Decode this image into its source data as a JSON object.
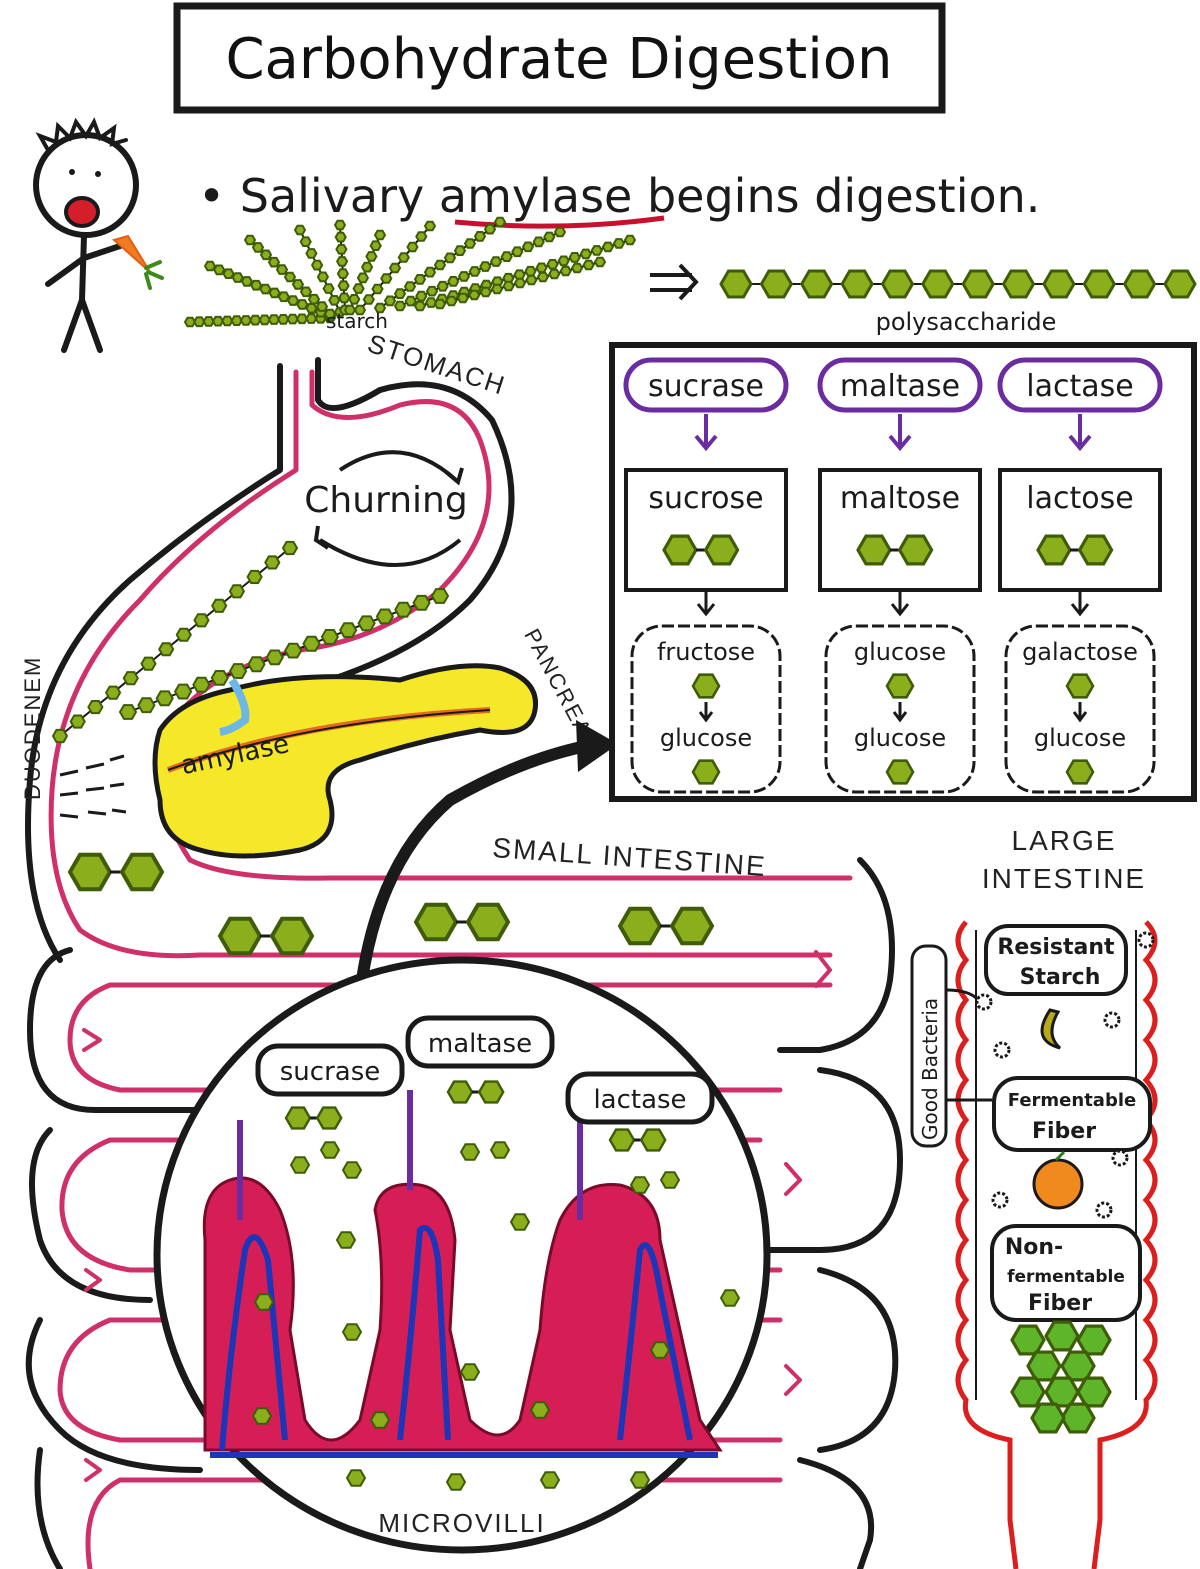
{
  "title": "Carbohydrate Digestion",
  "saliva": {
    "bullet": "•",
    "sentence_pre": "Salivary ",
    "sentence_enzyme": "amylase",
    "sentence_post": " begins digestion.",
    "starch_label": "starch",
    "polysaccharide_label": "polysaccharide"
  },
  "organs": {
    "stomach": "STOMACH",
    "churning": "Churning",
    "duodenum": "DUODENEM",
    "pancreas": "PANCREAS",
    "pancreatic_enzyme": "amylase",
    "small_intestine": "SMALL INTESTINE",
    "microvilli": "MICROVILLI"
  },
  "enzyme_panel": {
    "columns": [
      {
        "enzyme": "sucrase",
        "disaccharide": "sucrose",
        "mono_top": "fructose",
        "mono_bottom": "glucose"
      },
      {
        "enzyme": "maltase",
        "disaccharide": "maltose",
        "mono_top": "glucose",
        "mono_bottom": "glucose"
      },
      {
        "enzyme": "lactase",
        "disaccharide": "lactose",
        "mono_top": "galactose",
        "mono_bottom": "glucose"
      }
    ]
  },
  "villi_enzymes": [
    "sucrase",
    "maltase",
    "lactase"
  ],
  "large_intestine": {
    "title_line1": "LARGE",
    "title_line2": "INTESTINE",
    "good_bacteria": "Good Bacteria",
    "resistant_starch_1": "Resistant",
    "resistant_starch_2": "Starch",
    "fermentable_1": "Fermentable",
    "fermentable_2": "Fiber",
    "nonferm_1": "Non-",
    "nonferm_2": "fermentable",
    "nonferm_3": "Fiber"
  },
  "colors": {
    "ink": "#1a1a1a",
    "glucose_green": "#8aae1c",
    "glucose_dark": "#3f5c08",
    "gut_pink": "#d0306a",
    "pancreas_yellow": "#f5e829",
    "duct_blue": "#6cb7e6",
    "duct_orange": "#e56b1e",
    "enzyme_purple": "#6a2ca0",
    "villi_red": "#d41e55",
    "villi_blue": "#1d36b8",
    "colon_red": "#dd1e1e",
    "amylase_red": "#c8102e",
    "carrot_orange": "#f07b20",
    "orange_fruit": "#f08a1e"
  }
}
